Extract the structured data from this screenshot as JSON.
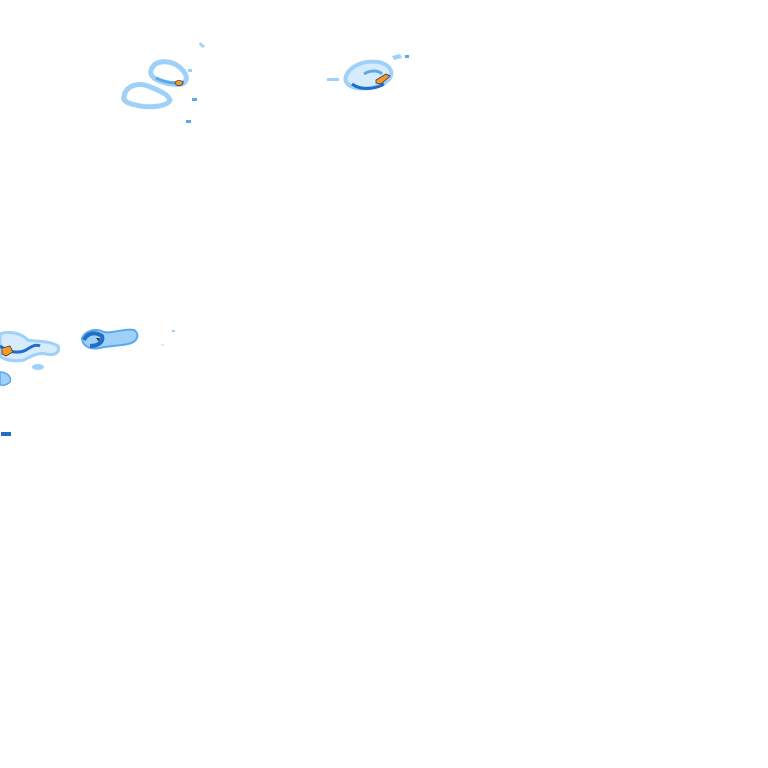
{
  "map": {
    "type": "weather-radar-overlay",
    "background": "#ffffff",
    "intensity_colors": {
      "very_light": "#d6ecfd",
      "light": "#9fd1f8",
      "moderate": "#5aa9ea",
      "heavy": "#1f6fc7",
      "very_heavy": "#f39a2a",
      "outline": "#3a3a3a"
    },
    "cells": [
      {
        "id": "cell-a",
        "intensity": "moderate"
      },
      {
        "id": "cell-b",
        "intensity": "very_heavy"
      },
      {
        "id": "cell-c",
        "intensity": "very_heavy"
      },
      {
        "id": "cell-d",
        "intensity": "heavy"
      },
      {
        "id": "cell-e",
        "intensity": "moderate"
      },
      {
        "id": "cell-f",
        "intensity": "light"
      }
    ]
  }
}
